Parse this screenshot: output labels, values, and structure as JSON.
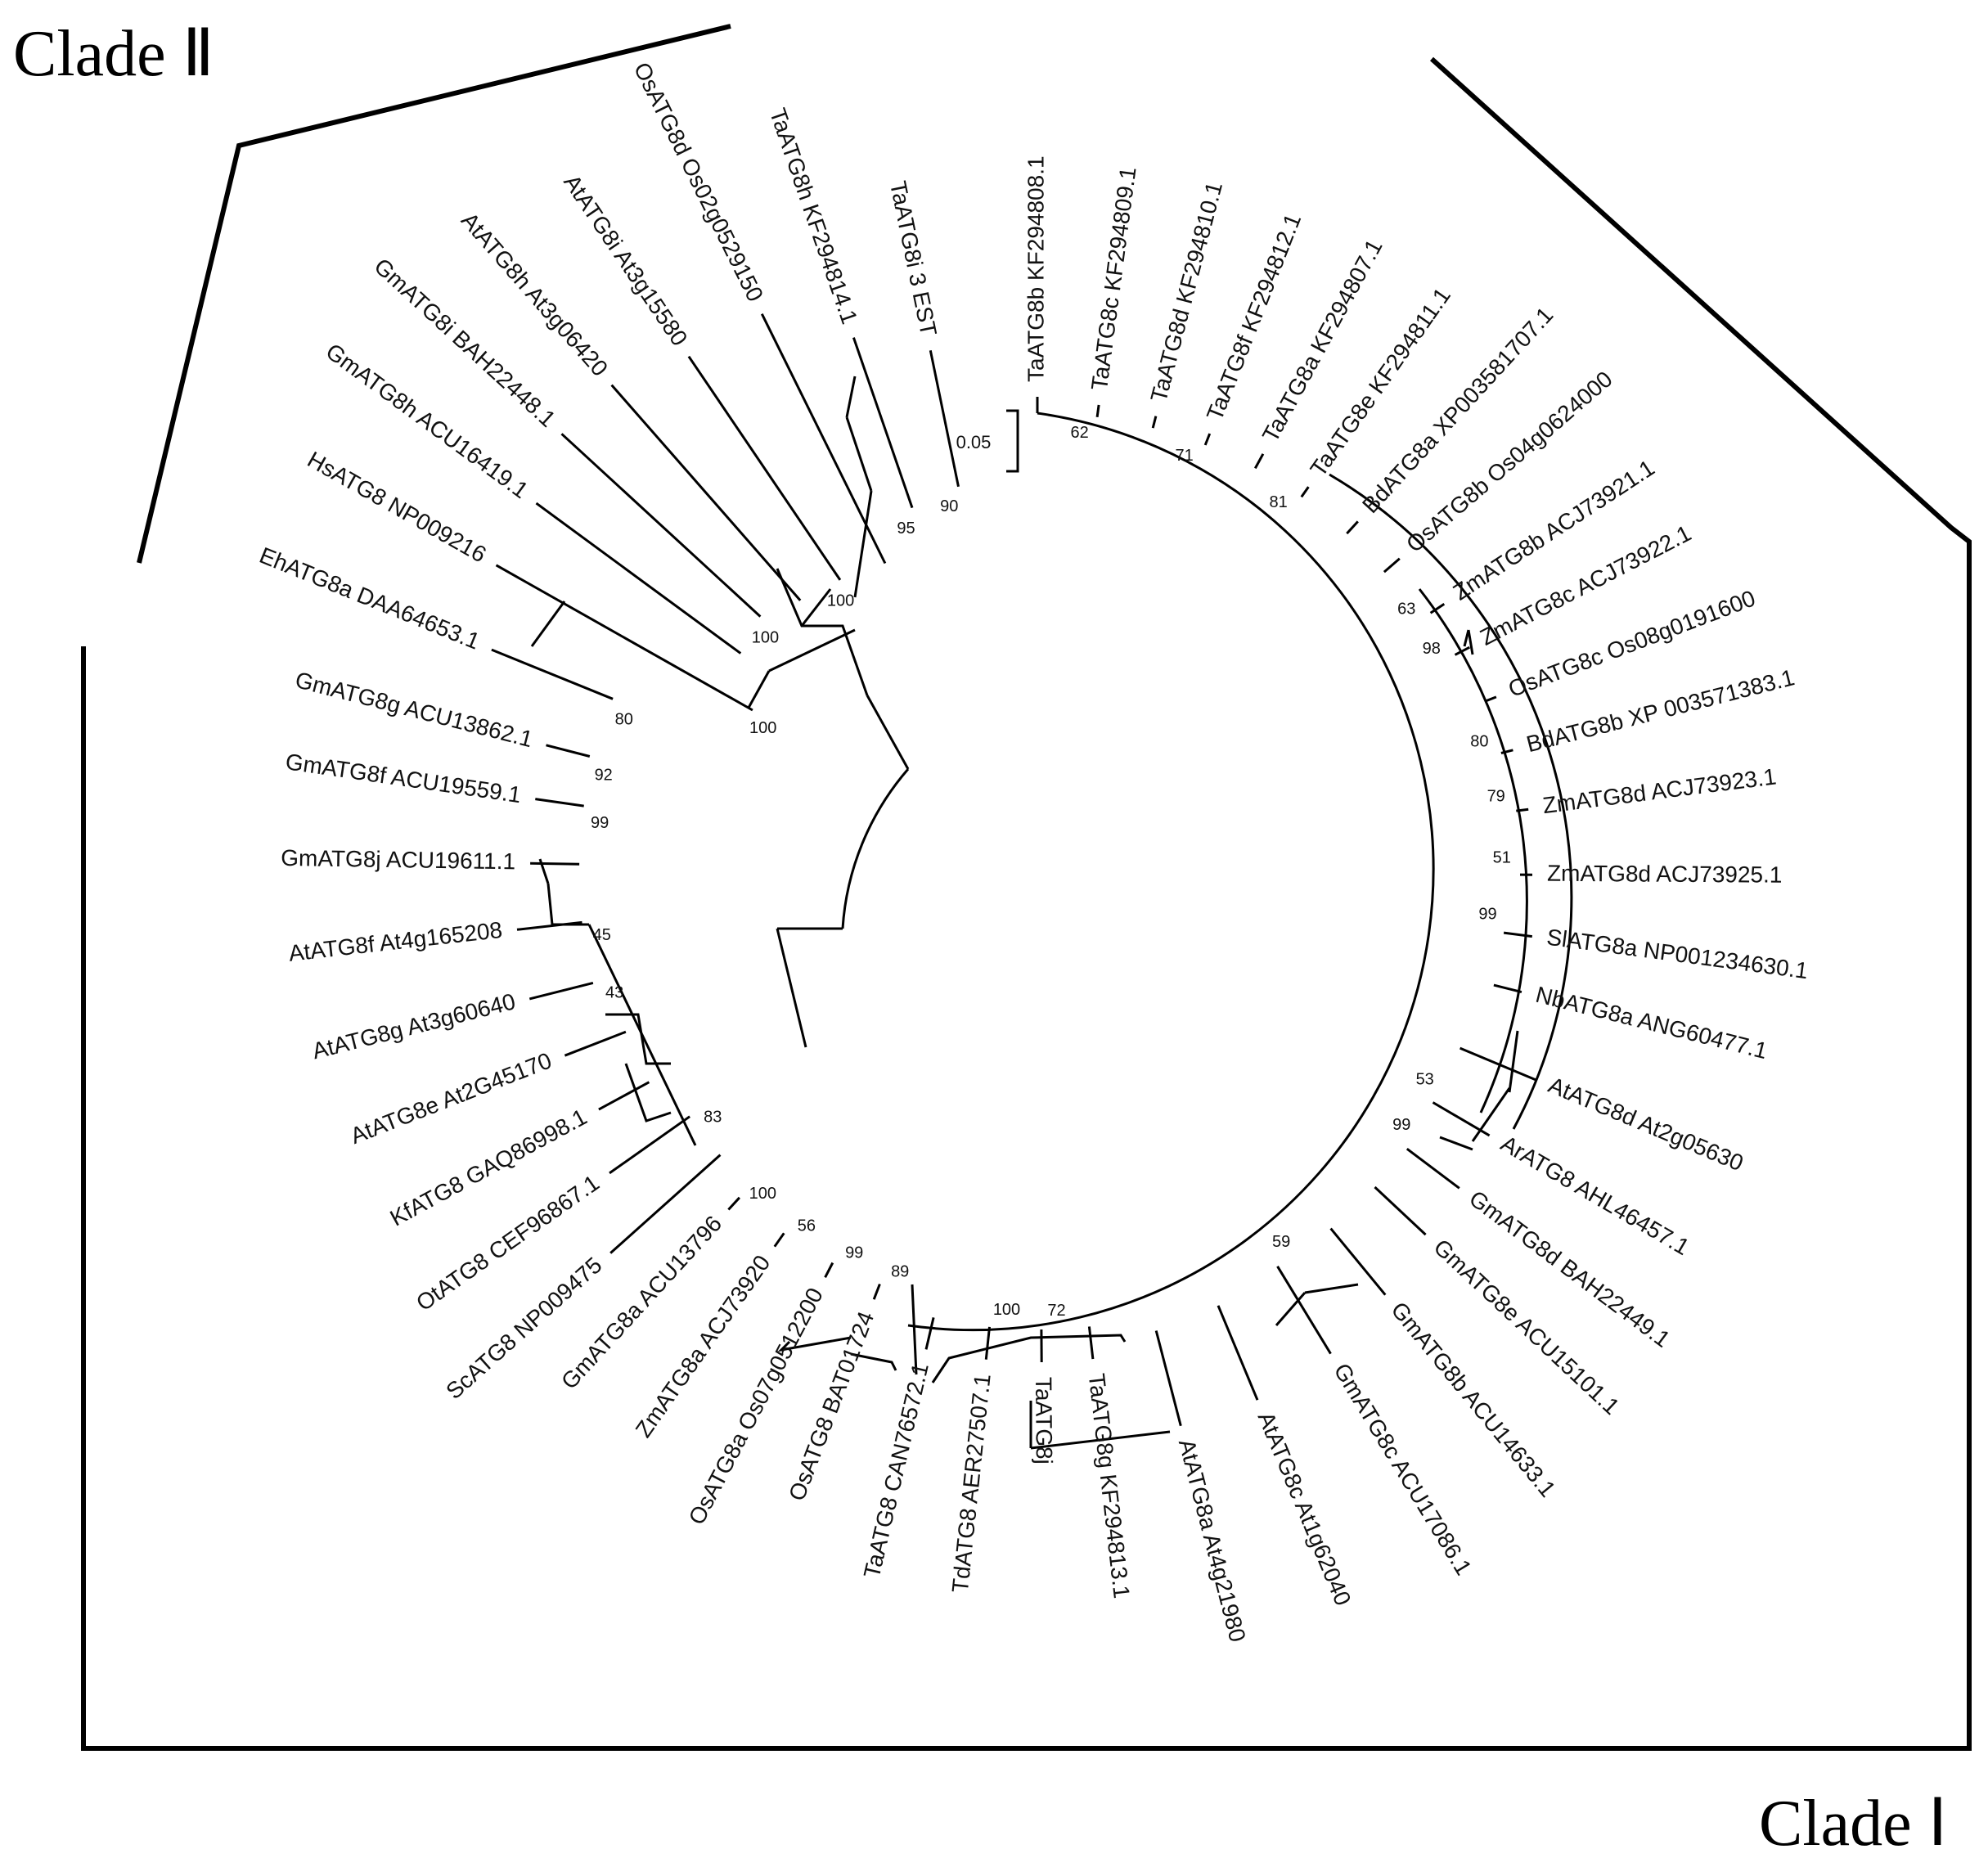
{
  "clades": [
    {
      "id": "II",
      "text": "Clade Ⅱ"
    },
    {
      "id": "I",
      "text": "Clade Ⅰ"
    }
  ],
  "scale_bar": {
    "label": "0.05"
  },
  "taxa": [
    "TaATG8b KF294808.1",
    "TaATG8c KF294809.1",
    "TaATG8d KF294810.1",
    "TaATG8f KF294812.1",
    "TaATG8a KF294807.1",
    "TaATG8e KF294811.1",
    "BdATG8a XP003581707.1",
    "OsATG8b Os04g0624000",
    "ZmATG8b ACJ73921.1",
    "ZmATG8c ACJ73922.1",
    "OsATG8c Os08g0191600",
    "BdATG8b XP 003571383.1",
    "ZmATG8d ACJ73923.1",
    "ZmATG8d ACJ73925.1",
    "SlATG8a NP001234630.1",
    "NbATG8a ANG60477.1",
    "AtATG8d At2g05630",
    "ArATG8 AHL46457.1",
    "GmATG8d BAH22449.1",
    "GmATG8e ACU15101.1",
    "GmATG8b ACU14633.1",
    "GmATG8c ACU17086.1",
    "AtATG8c At1g62040",
    "AtATG8a At4g21980",
    "TaATG8g KF294813.1",
    "TaATG8j",
    "TdATG8 AER27507.1",
    "TaATG8 CAN76572.1",
    "OsATG8 BAT01724",
    "OsATG8a Os07g0512200",
    "ZmATG8a ACJ73920",
    "GmATG8a ACU13796",
    "ScATG8 NP009475",
    "OtATG8 CEF96867.1",
    "KfATG8 GAQ86998.1",
    "AtATG8e At2G45170",
    "AtATG8g At3g60640",
    "AtATG8f At4g165208",
    "GmATG8j ACU19611.1",
    "GmATG8f ACU19559.1",
    "GmATG8g ACU13862.1",
    "EhATG8a DAA64653.1",
    "HsATG8 NP009216",
    "GmATG8h ACU16419.1",
    "GmATG8i BAH22448.1",
    "AtATG8h At3g06420",
    "AtATG8i At3g15580",
    "OsATG8d Os02g0529150",
    "TaATG8h KF294814.1",
    "TaATG8i 3 EST"
  ],
  "bootstrap": [
    {
      "label": "62",
      "taxon": 1
    },
    {
      "label": "71",
      "taxon": 3
    },
    {
      "label": "81",
      "taxon": 5
    },
    {
      "label": "63",
      "taxon": 8
    },
    {
      "label": "98",
      "taxon": 9
    },
    {
      "label": "80",
      "taxon": 11
    },
    {
      "label": "79",
      "taxon": 12
    },
    {
      "label": "51",
      "taxon": 13
    },
    {
      "label": "99",
      "taxon": 14
    },
    {
      "label": "53",
      "taxon": 17
    },
    {
      "label": "99",
      "taxon": 18
    },
    {
      "label": "59",
      "taxon": 21
    },
    {
      "label": "72",
      "taxon": 25
    },
    {
      "label": "100",
      "taxon": 26
    },
    {
      "label": "89",
      "taxon": 28
    },
    {
      "label": "99",
      "taxon": 29
    },
    {
      "label": "56",
      "taxon": 30
    },
    {
      "label": "100",
      "taxon": 31
    },
    {
      "label": "83",
      "taxon": 33
    },
    {
      "label": "43",
      "taxon": 36
    },
    {
      "label": "45",
      "taxon": 37
    },
    {
      "label": "99",
      "taxon": 39
    },
    {
      "label": "92",
      "taxon": 40
    },
    {
      "label": "80",
      "taxon": 41
    },
    {
      "label": "100",
      "taxon": 42
    },
    {
      "label": "100",
      "taxon": 44
    },
    {
      "label": "100",
      "taxon": 46
    },
    {
      "label": "95",
      "taxon": 48
    },
    {
      "label": "90",
      "taxon": 49
    }
  ]
}
